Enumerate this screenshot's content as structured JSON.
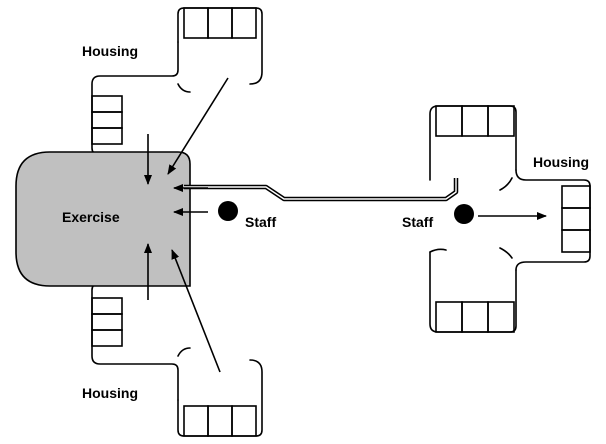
{
  "labels": {
    "housing_top_left": "Housing",
    "housing_bottom_left": "Housing",
    "housing_right": "Housing",
    "exercise": "Exercise",
    "staff_left": "Staff",
    "staff_right": "Staff"
  },
  "colors": {
    "exercise_fill": "#c0c0c0",
    "stroke": "#000000",
    "staff_dot": "#000000"
  }
}
